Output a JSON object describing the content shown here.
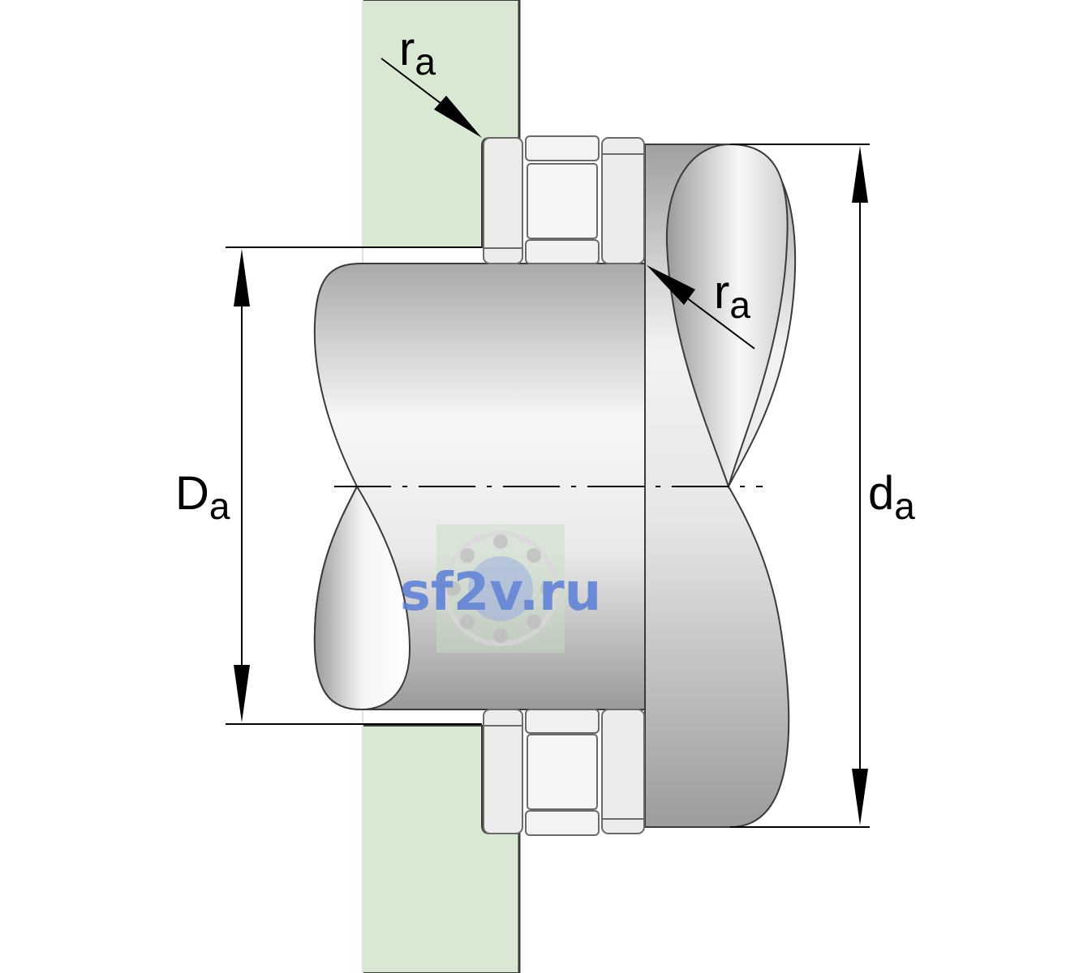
{
  "diagram": {
    "labels": {
      "ra_top": {
        "main": "r",
        "sub": "a"
      },
      "ra_right": {
        "main": "r",
        "sub": "a"
      },
      "Da": {
        "main": "D",
        "sub": "a"
      },
      "da": {
        "main": "d",
        "sub": "a"
      }
    },
    "watermark": "sf2v.ru",
    "colors": {
      "housing": "#d9e8d3",
      "outline": "#3a3a3a",
      "metal_light": "#f4f4f4",
      "metal_dark": "#8c8c8c",
      "watermark": "#5a7ed6"
    }
  }
}
